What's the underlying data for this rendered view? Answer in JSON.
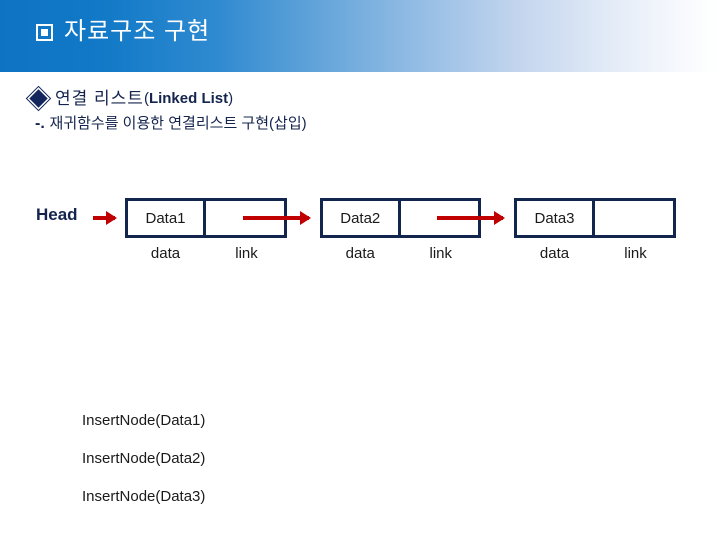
{
  "header": {
    "title": "자료구조 구현",
    "bullet_icon": "filled-square-bullet-icon",
    "gradient_from": "#0f73c4",
    "gradient_to": "#ffffff",
    "title_color": "#ffffff"
  },
  "subheadings": {
    "bullet_icon": "diamond-bullet-icon",
    "line1_ko": "연결 리스트",
    "line1_paren_open": "(",
    "line1_en": "Linked List",
    "line1_paren_close": ")",
    "line2_dash": "-.",
    "line2_text": "재귀함수를 이용한 연결리스트 구현(삽입)",
    "text_color": "#14244e"
  },
  "diagram": {
    "head_label": "Head",
    "node_border_color": "#12254c",
    "arrow_color": "#c00000",
    "data_caption": "data",
    "link_caption": "link",
    "nodes": [
      {
        "data_value": "Data1",
        "link_value": "",
        "data_caption": "data",
        "link_caption": "link"
      },
      {
        "data_value": "Data2",
        "link_value": "",
        "data_caption": "data",
        "link_caption": "link"
      },
      {
        "data_value": "Data3",
        "link_value": "",
        "data_caption": "data",
        "link_caption": "link"
      }
    ]
  },
  "call_list": {
    "items": [
      "InsertNode(Data1)",
      "InsertNode(Data2)",
      "InsertNode(Data3)"
    ]
  }
}
